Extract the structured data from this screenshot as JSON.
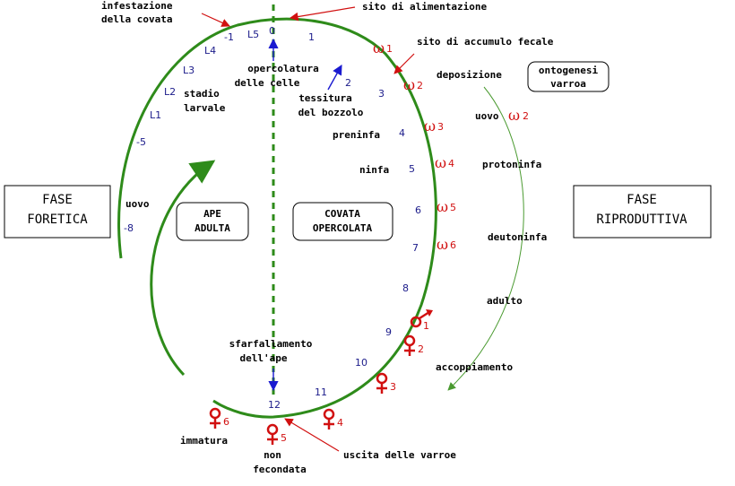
{
  "phases": {
    "foretica": [
      "FASE",
      "FORETICA"
    ],
    "riproduttiva": [
      "FASE",
      "RIPRODUTTIVA"
    ]
  },
  "boxes": {
    "ape_adulta": [
      "APE",
      "ADULTA"
    ],
    "covata_opercolata": [
      "COVATA",
      "OPERCOLATA"
    ],
    "ontogenesi": [
      "ontogenesi",
      "varroa"
    ]
  },
  "labels": {
    "infestazione": [
      "infestazione",
      "della covata"
    ],
    "sito_alimentazione": "sito di alimentazione",
    "sito_accumulo": "sito di accumulo fecale",
    "deposizione": "deposizione",
    "opercolatura": [
      "opercolatura",
      "delle celle"
    ],
    "tessitura": [
      "tessitura",
      "del bozzolo"
    ],
    "stadio_larvale": [
      "stadio",
      "larvale"
    ],
    "preninfa": "preninfa",
    "ninfa": "ninfa",
    "uovo_left": "uovo",
    "uovo_varroa": "uovo",
    "protoninfa": "protoninfa",
    "deutoninfa": "deutoninfa",
    "adulto": "adulto",
    "accoppiamento": "accoppiamento",
    "sfarfallamento": [
      "sfarfallamento",
      "dell'ape"
    ],
    "uscita": "uscita delle varroe",
    "immatura": "immatura",
    "non_fecondata": [
      "non",
      "fecondata"
    ]
  },
  "cycle_days": [
    "-8",
    "-5",
    "L1",
    "L2",
    "L3",
    "L4",
    "-1",
    "L5",
    "0",
    "1",
    "2",
    "3",
    "4",
    "5",
    "6",
    "7",
    "8",
    "9",
    "10",
    "11",
    "12"
  ],
  "omega_marks": [
    "1",
    "2",
    "3",
    "4",
    "5",
    "6"
  ],
  "male_mark": "1",
  "female_marks": [
    "2",
    "3",
    "4",
    "5",
    "6"
  ],
  "colors": {
    "cycle": "#2e8b1a",
    "arrow_red": "#d11010",
    "arrow_blue": "#1a1ad0",
    "text_blue": "#1b1b8a"
  }
}
